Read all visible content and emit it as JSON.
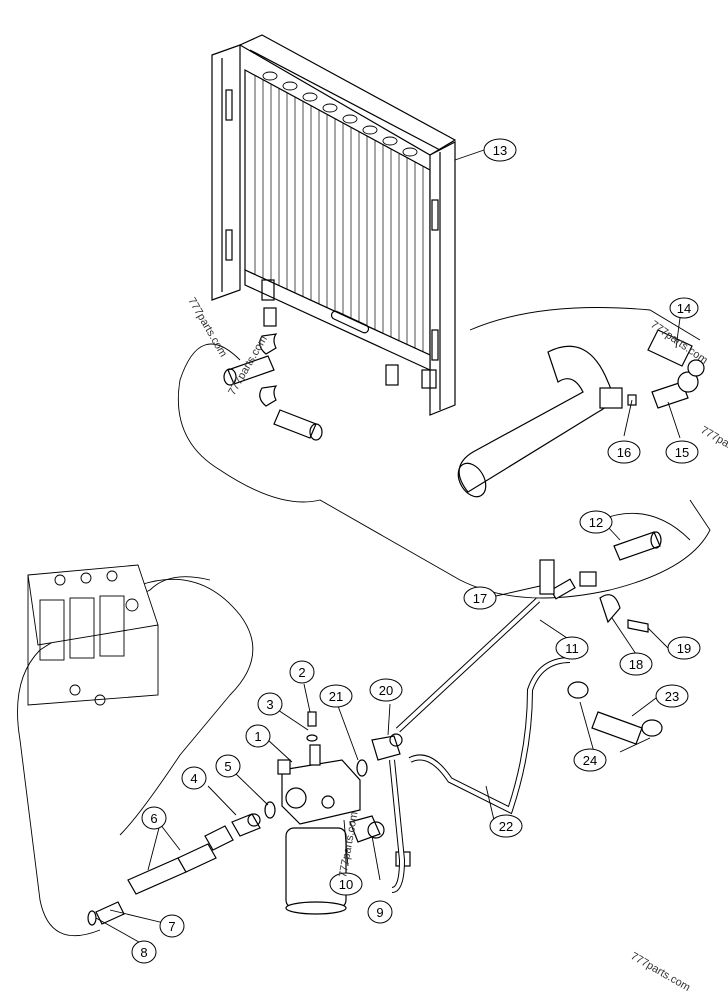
{
  "diagram": {
    "callouts": [
      {
        "id": "1",
        "label": "1"
      },
      {
        "id": "2",
        "label": "2"
      },
      {
        "id": "3",
        "label": "3"
      },
      {
        "id": "4",
        "label": "4"
      },
      {
        "id": "5",
        "label": "5"
      },
      {
        "id": "6",
        "label": "6"
      },
      {
        "id": "7",
        "label": "7"
      },
      {
        "id": "8",
        "label": "8"
      },
      {
        "id": "9",
        "label": "9"
      },
      {
        "id": "10",
        "label": "10"
      },
      {
        "id": "11",
        "label": "11"
      },
      {
        "id": "12",
        "label": "12"
      },
      {
        "id": "13",
        "label": "13"
      },
      {
        "id": "14",
        "label": "14"
      },
      {
        "id": "15",
        "label": "15"
      },
      {
        "id": "16",
        "label": "16"
      },
      {
        "id": "17",
        "label": "17"
      },
      {
        "id": "18",
        "label": "18"
      },
      {
        "id": "19",
        "label": "19"
      },
      {
        "id": "20",
        "label": "20"
      },
      {
        "id": "21",
        "label": "21"
      },
      {
        "id": "22",
        "label": "22"
      },
      {
        "id": "23",
        "label": "23"
      },
      {
        "id": "24",
        "label": "24"
      }
    ],
    "watermarks": [
      {
        "id": "wm1",
        "text": "777parts.com"
      },
      {
        "id": "wm2",
        "text": "777parts.com"
      },
      {
        "id": "wm3",
        "text": "777parts.com"
      },
      {
        "id": "wm4",
        "text": "777parts.com"
      },
      {
        "id": "wm5",
        "text": "777parts.com"
      },
      {
        "id": "wm6",
        "text": "777parts.com"
      }
    ]
  }
}
